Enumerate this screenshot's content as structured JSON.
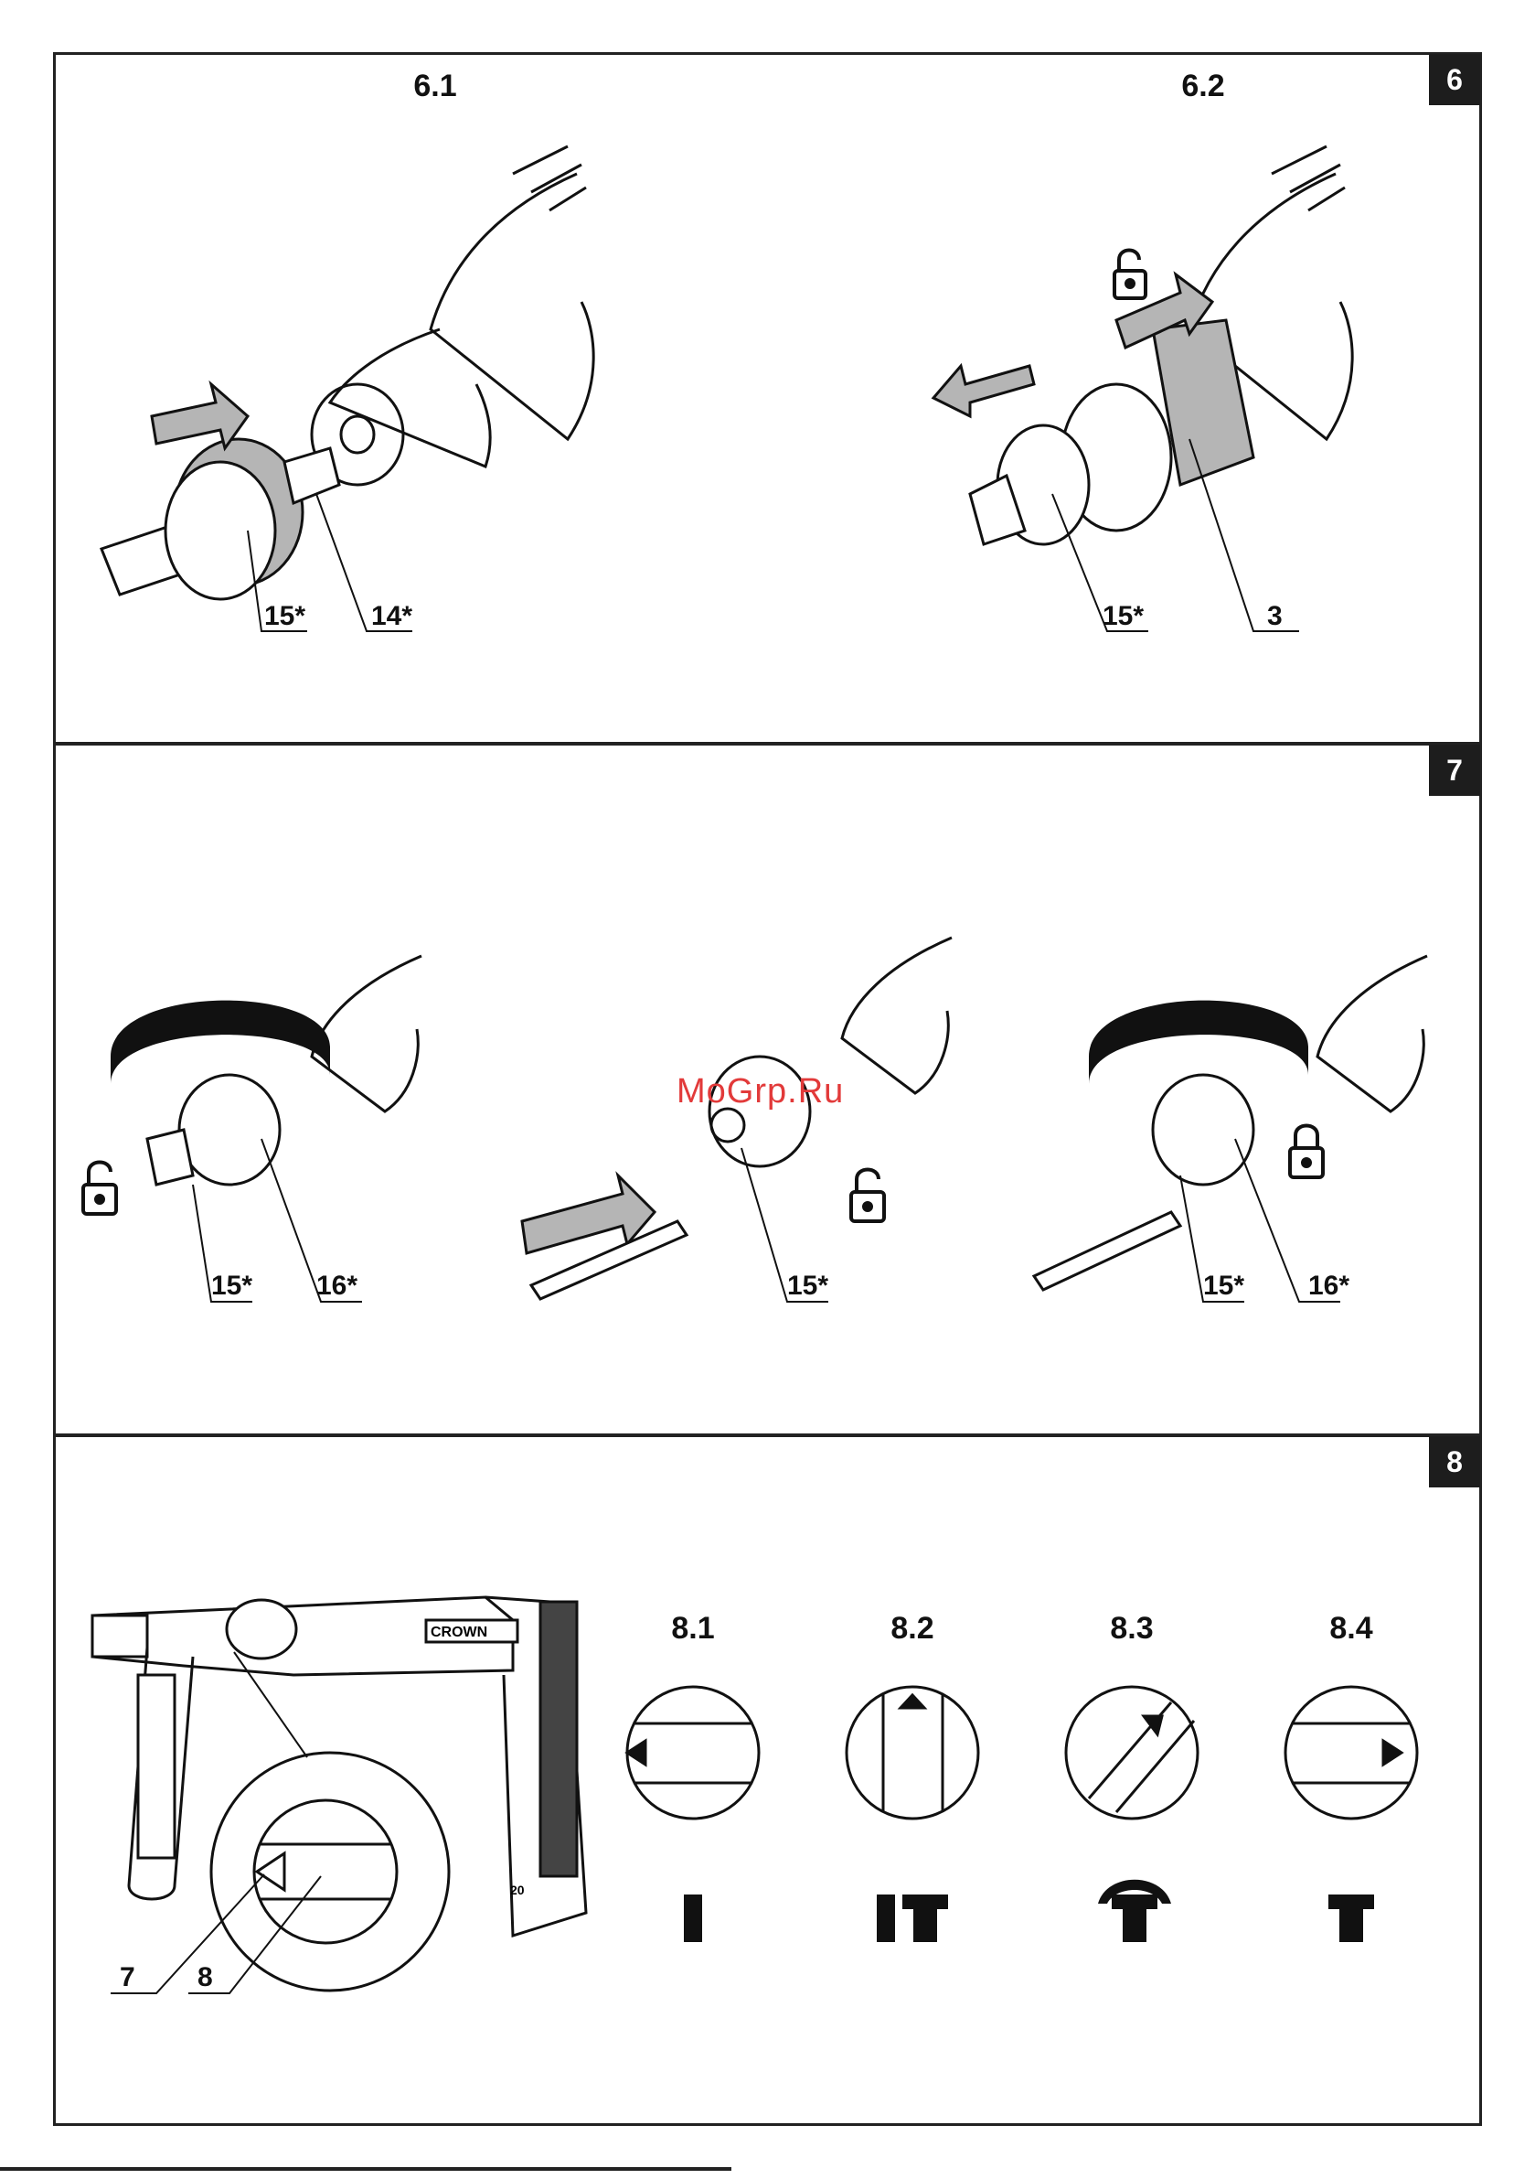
{
  "sections": [
    {
      "badge": "6",
      "subfigures": [
        "6.1",
        "6.2"
      ],
      "callouts": [
        "15*",
        "14*",
        "15*",
        "3"
      ]
    },
    {
      "badge": "7",
      "callouts": [
        "15*",
        "16*",
        "15*",
        "15*",
        "16*"
      ]
    },
    {
      "badge": "8",
      "subfigures": [
        "8.1",
        "8.2",
        "8.3",
        "8.4"
      ],
      "callouts": [
        "7",
        "8"
      ],
      "brand": "CROWN",
      "dial_number": "20"
    }
  ],
  "watermark": "MoGrp.Ru",
  "colors": {
    "ink": "#111111",
    "badge_bg": "#1d1d1d",
    "shade": "#b5b5b5",
    "watermark": "#e23a3a"
  }
}
